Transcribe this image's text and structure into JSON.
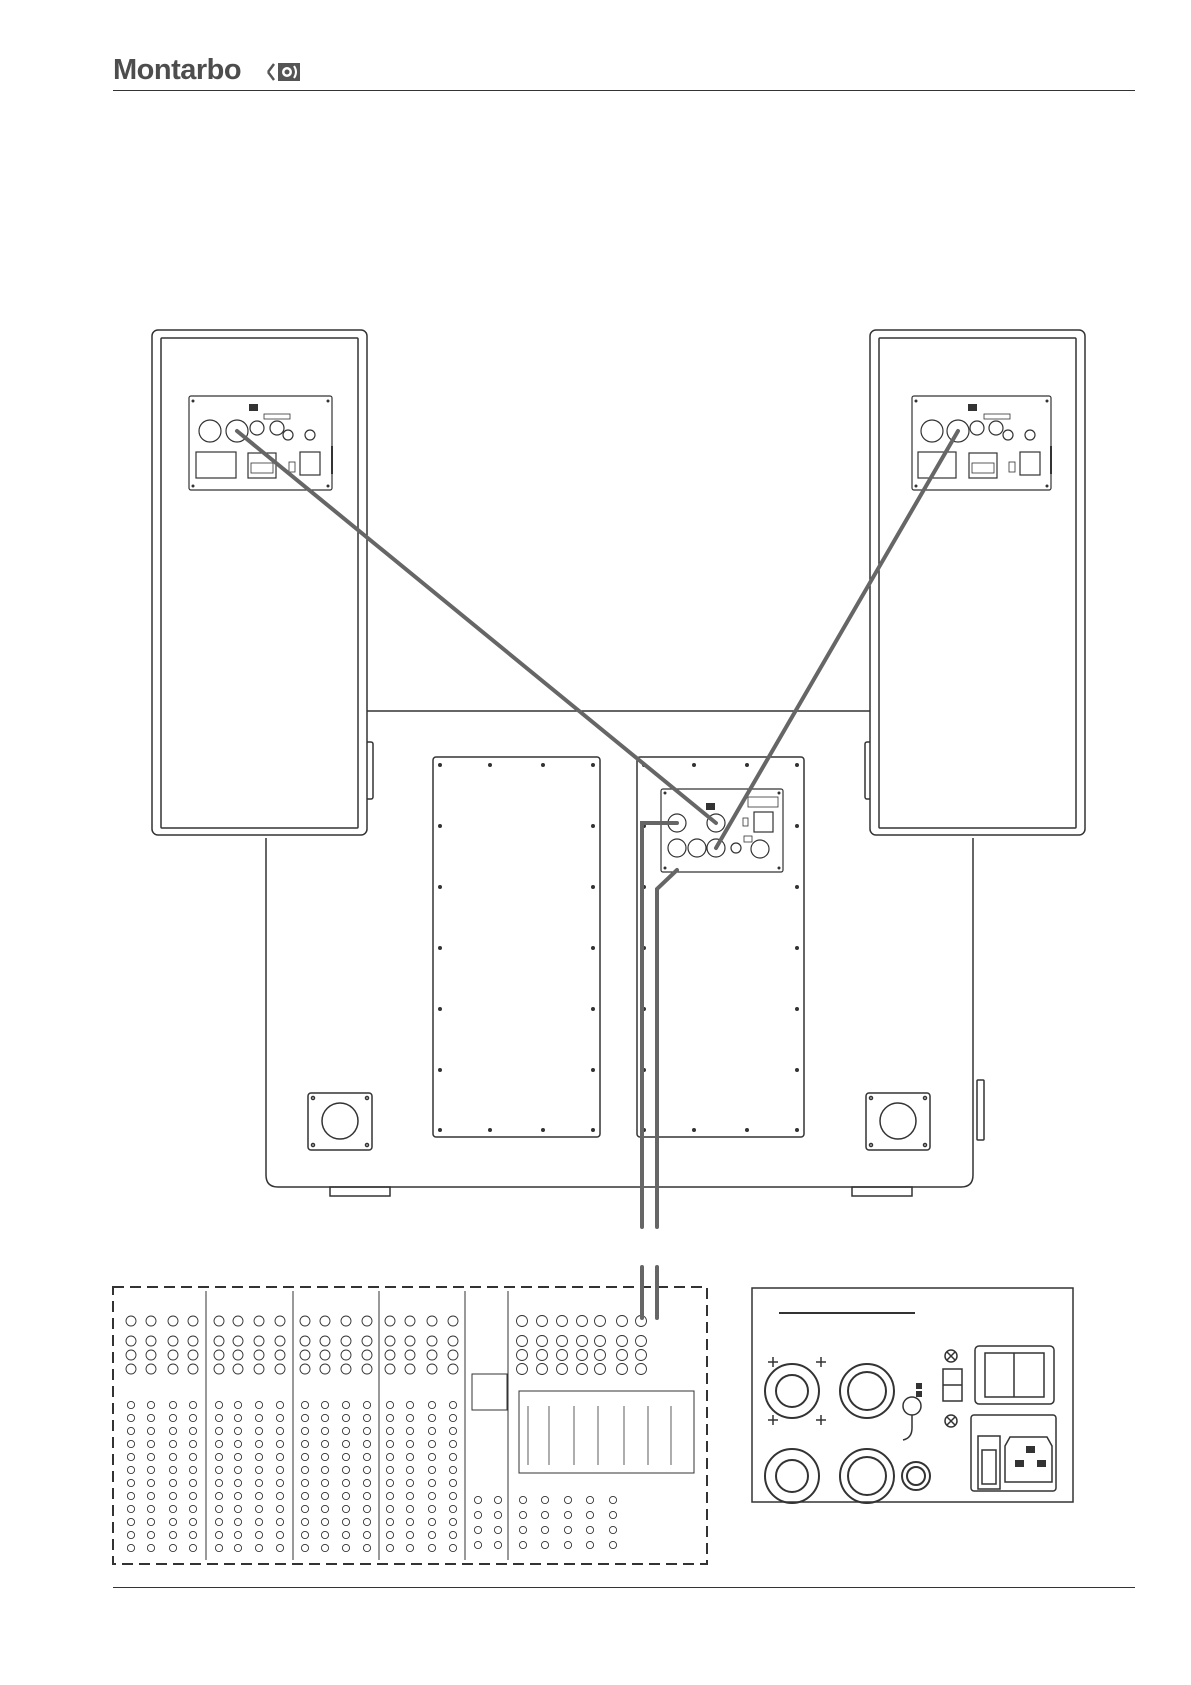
{
  "header": {
    "brand": "Montarbo",
    "logo_icon": "montarbo-speaker-logo-icon"
  },
  "diagram": {
    "components": [
      "left-satellite-speaker",
      "right-satellite-speaker",
      "subwoofer",
      "mixing-console",
      "connector-panel-detail"
    ],
    "cable_color": "#666666"
  }
}
